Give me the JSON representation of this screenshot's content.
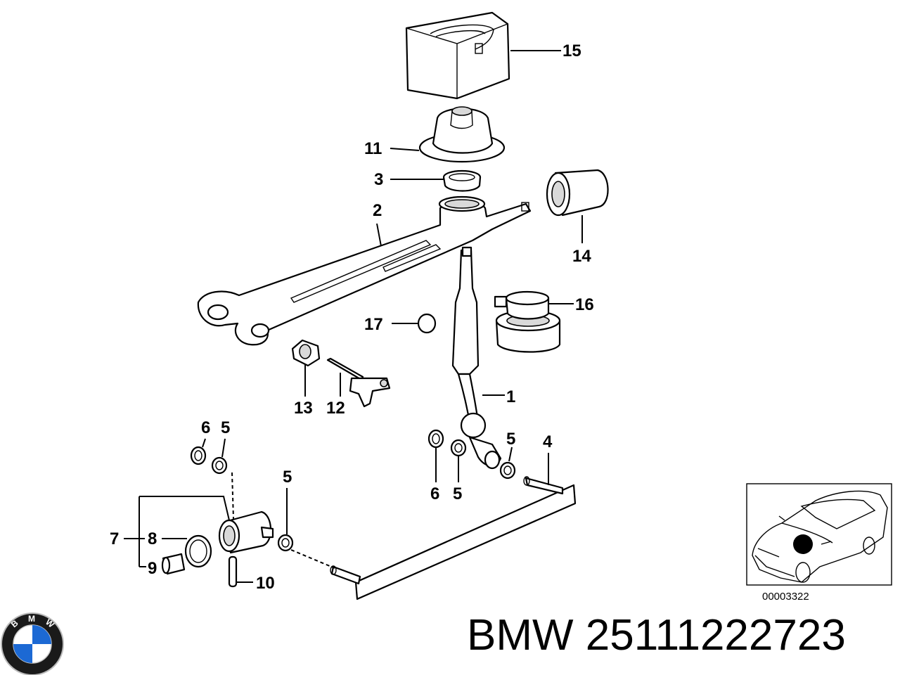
{
  "callouts": {
    "c1": "1",
    "c2": "2",
    "c3": "3",
    "c4": "4",
    "c5a": "5",
    "c5b": "5",
    "c5c": "5",
    "c5d": "5",
    "c6a": "6",
    "c6b": "6",
    "c7": "7",
    "c8": "8",
    "c9": "9",
    "c10": "10",
    "c11": "11",
    "c12": "12",
    "c13": "13",
    "c14": "14",
    "c15": "15",
    "c16": "16",
    "c17": "17"
  },
  "diagram_code": "00003322",
  "brand": {
    "text": "BMW 25111222723",
    "logo_letters": "BMW",
    "logo_colors": {
      "blue": "#1c69d4",
      "ring": "#1a1a1a",
      "white": "#ffffff"
    }
  },
  "inset": {
    "highlight_color": "#000000"
  }
}
